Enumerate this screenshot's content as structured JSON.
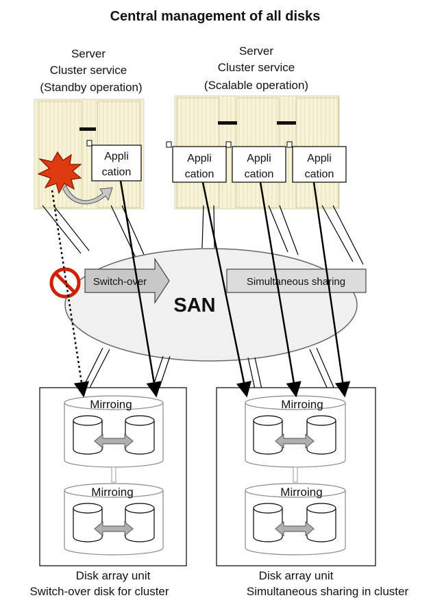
{
  "title": "Central management of all disks",
  "servers": [
    {
      "label_line1": "Server",
      "label_line2": "Cluster service",
      "label_line3": "(Standby operation)",
      "applications": [
        {
          "line1": "Appli",
          "line2": "cation"
        }
      ]
    },
    {
      "label_line1": "Server",
      "label_line2": "Cluster service",
      "label_line3": "(Scalable operation)",
      "applications": [
        {
          "line1": "Appli",
          "line2": "cation"
        },
        {
          "line1": "Appli",
          "line2": "cation"
        },
        {
          "line1": "Appli",
          "line2": "cation"
        }
      ]
    }
  ],
  "network": {
    "san_label": "SAN",
    "switchover_label": "Switch-over",
    "sharing_label": "Simultaneous sharing",
    "failure_icon": "explosion-icon",
    "blocked_icon": "prohibited-icon"
  },
  "disk_units": [
    {
      "mirror_groups": [
        {
          "label": "Mirroing"
        },
        {
          "label": "Mirroing"
        }
      ],
      "label_line1": "Disk array unit",
      "label_line2": "Switch-over disk for cluster"
    },
    {
      "mirror_groups": [
        {
          "label": "Mirroing"
        },
        {
          "label": "Mirroing"
        }
      ],
      "label_line1": "Disk array unit",
      "label_line2": "Simultaneous sharing in cluster"
    }
  ],
  "colors": {
    "server_fill": "#f7f3d7",
    "server_stripe": "#e9e4c2",
    "san_fill": "#f0f0f0",
    "arrow_fill": "#c8c8c8",
    "explosion_fill": "#e03a10",
    "prohibited_red": "#cc2200"
  }
}
